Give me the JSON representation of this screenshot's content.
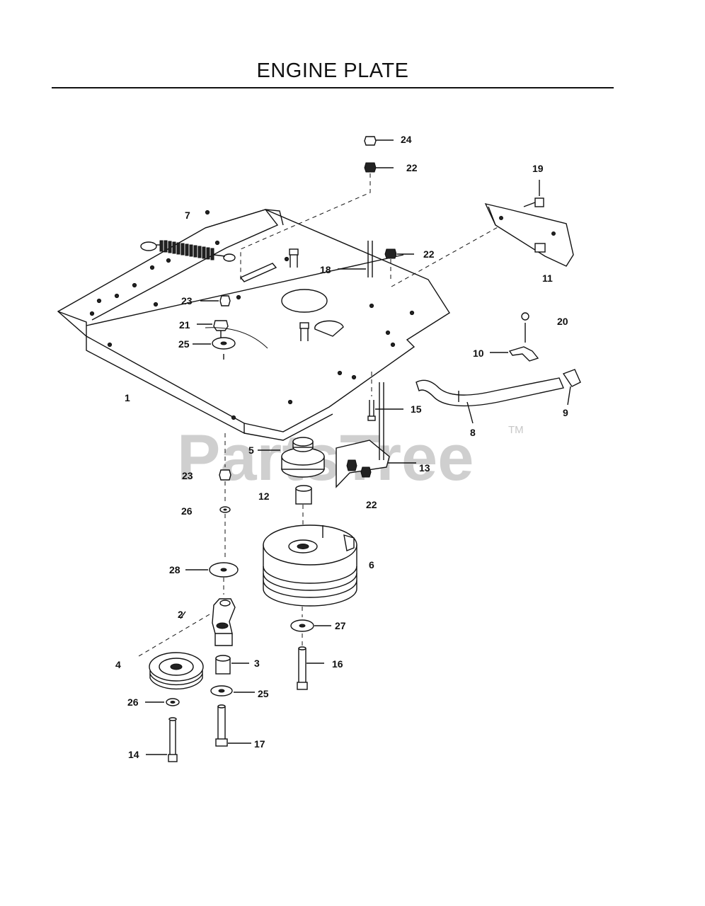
{
  "title": "ENGINE PLATE",
  "watermark": {
    "text": "PartsTree",
    "trademark": "TM"
  },
  "callouts": {
    "c24": "24",
    "c22a": "22",
    "c19": "19",
    "c7": "7",
    "c22b": "22",
    "c18": "18",
    "c11": "11",
    "c23a": "23",
    "c21": "21",
    "c25a": "25",
    "c20": "20",
    "c10": "10",
    "c1": "1",
    "c9": "9",
    "c15": "15",
    "c8": "8",
    "c5": "5",
    "c13": "13",
    "c23b": "23",
    "c12": "12",
    "c22c": "22",
    "c26a": "26",
    "c6": "6",
    "c28": "28",
    "c2": "2",
    "c27": "27",
    "c4": "4",
    "c3": "3",
    "c16": "16",
    "c26b": "26",
    "c25b": "25",
    "c14": "14",
    "c17": "17"
  }
}
